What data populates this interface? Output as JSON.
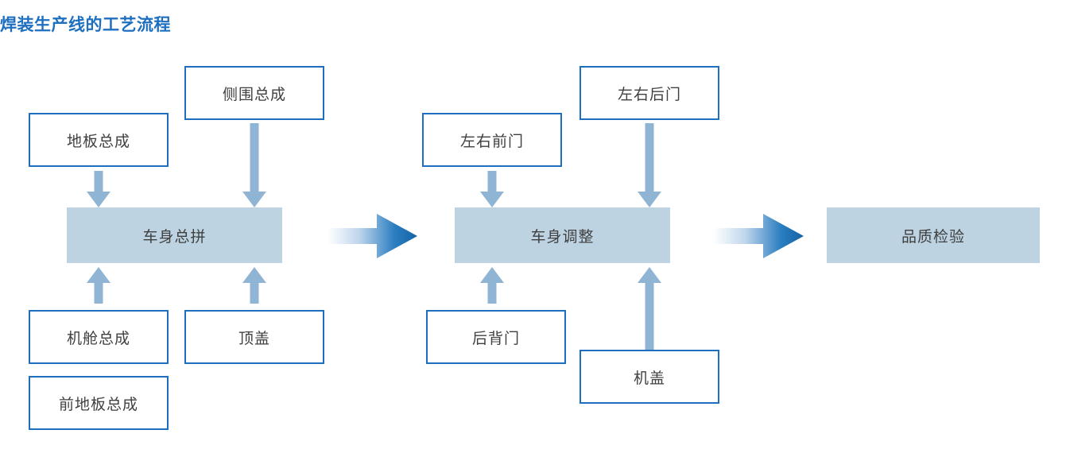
{
  "title": "焊装生产线的工艺流程",
  "colors": {
    "title": "#1F6FC0",
    "node_border": "#1F6FC0",
    "node_fill": "#FFFFFF",
    "process_fill": "#BDD3E2",
    "vertical_arrow": "#8FB4D4",
    "horizontal_arrow_start": "#FFFFFF",
    "horizontal_arrow_end": "#1464A5",
    "text": "#404040"
  },
  "stages": [
    {
      "id": "body-framing",
      "process_label": "车身总拼",
      "inputs_top": [
        {
          "label": "地板总成"
        },
        {
          "label": "侧围总成"
        }
      ],
      "inputs_bottom": [
        {
          "label": "机舱总成"
        },
        {
          "label": "顶盖"
        }
      ],
      "extra": [
        {
          "label": "前地板总成"
        }
      ]
    },
    {
      "id": "body-adjustment",
      "process_label": "车身调整",
      "inputs_top": [
        {
          "label": "左右前门"
        },
        {
          "label": "左右后门"
        }
      ],
      "inputs_bottom": [
        {
          "label": "后背门"
        },
        {
          "label": "机盖"
        }
      ],
      "extra": []
    },
    {
      "id": "quality-inspection",
      "process_label": "品质检验",
      "inputs_top": [],
      "inputs_bottom": [],
      "extra": []
    }
  ],
  "flow_arrows": [
    {
      "name": "arrow-framing-to-adjustment",
      "from": "车身总拼",
      "to": "车身调整"
    },
    {
      "name": "arrow-adjustment-to-inspection",
      "from": "车身调整",
      "to": "品质检验"
    }
  ]
}
